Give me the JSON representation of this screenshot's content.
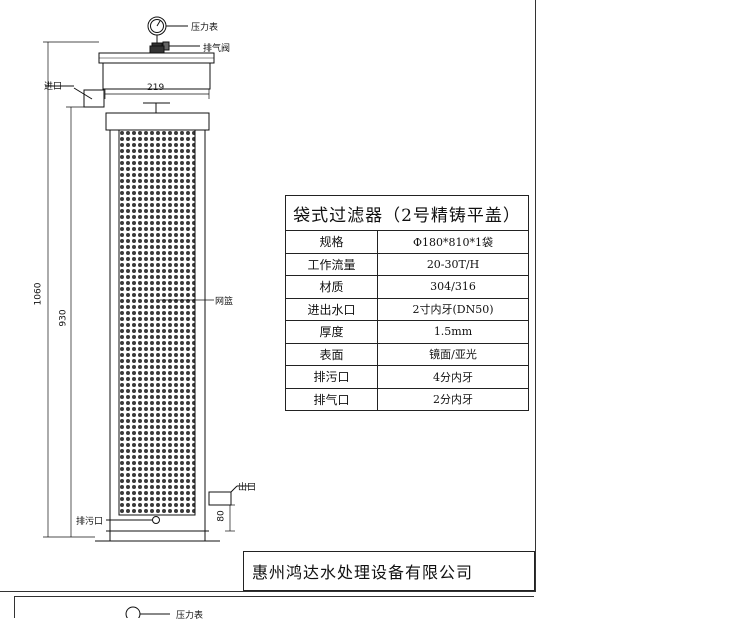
{
  "callouts": {
    "pressure_gauge": "压力表",
    "vent_valve": "排气阀",
    "inlet": "进口",
    "basket": "网篮",
    "outlet": "出口",
    "drain": "排污口"
  },
  "dimensions": {
    "width_219": "219",
    "height_1060": "1060",
    "height_930": "930",
    "height_80": "80"
  },
  "spec_table": {
    "title": "袋式过滤器（2号精铸平盖）",
    "rows": [
      {
        "label": "规格",
        "value": "Φ180*810*1袋"
      },
      {
        "label": "工作流量",
        "value": "20-30T/H"
      },
      {
        "label": "材质",
        "value": "304/316"
      },
      {
        "label": "进出水口",
        "value": "2寸内牙(DN50)"
      },
      {
        "label": "厚度",
        "value": "1.5mm"
      },
      {
        "label": "表面",
        "value": "镜面/亚光"
      },
      {
        "label": "排污口",
        "value": "4分内牙"
      },
      {
        "label": "排气口",
        "value": "2分内牙"
      }
    ]
  },
  "company": "惠州鸿达水处理设备有限公司",
  "next_sheet_callout": "压力表"
}
